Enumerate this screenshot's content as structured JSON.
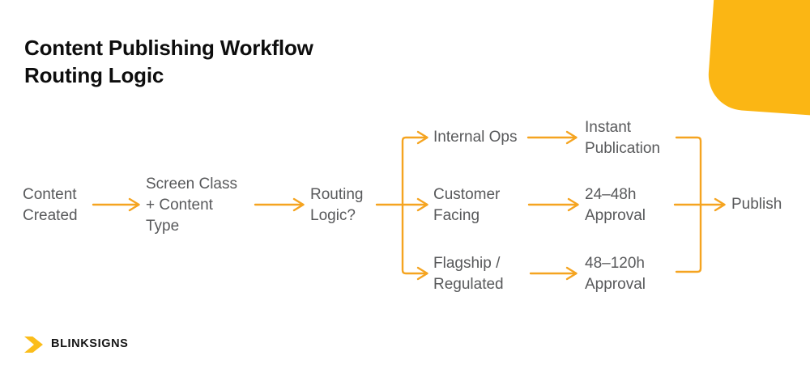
{
  "title": {
    "line1": "Content Publishing Workflow",
    "line2": "Routing Logic"
  },
  "flow": {
    "nodes": {
      "content_created": "Content\nCreated",
      "screen_class": "Screen Class\n+ Content\nType",
      "routing_logic": "Routing\nLogic?",
      "internal_ops": "Internal Ops",
      "customer_facing": "Customer\nFacing",
      "flagship_regulated": "Flagship /\nRegulated",
      "instant_publication": "Instant\nPublication",
      "approval_24_48": "24–48h\nApproval",
      "approval_48_120": "48–120h\nApproval",
      "publish": "Publish"
    },
    "arrow_color": "#F5A420",
    "text_color": "#58595B"
  },
  "branding": {
    "logo_text": "BLINKSIGNS",
    "chevron_color": "#FBBD1B",
    "text_color": "#141414"
  },
  "decor": {
    "corner_color": "#FBB614",
    "background": "#FFFFFF"
  }
}
